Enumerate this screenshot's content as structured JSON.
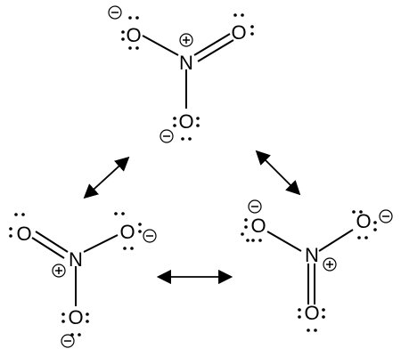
{
  "atoms": {
    "nitrogen": "N",
    "oxygen": "O"
  },
  "charges": {
    "positive": "+",
    "negative": "−"
  },
  "structures": [
    {
      "id": "top",
      "label": "resonance-structure-top"
    },
    {
      "id": "left",
      "label": "resonance-structure-left"
    },
    {
      "id": "right",
      "label": "resonance-structure-right"
    }
  ],
  "arrows": [
    {
      "id": "top-left",
      "type": "double-headed"
    },
    {
      "id": "top-right",
      "type": "double-headed"
    },
    {
      "id": "left-right",
      "type": "double-headed"
    }
  ],
  "colors": {
    "ink": "#000000",
    "background": "#ffffff"
  }
}
